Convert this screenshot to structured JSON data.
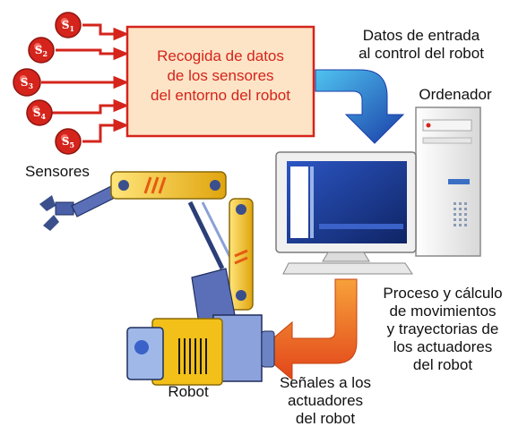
{
  "sensors": [
    "S1",
    "S2",
    "S3",
    "S4",
    "S5"
  ],
  "box_lines": [
    "Recogida de datos",
    "de los sensores",
    "del entorno del robot"
  ],
  "labels": {
    "datos_entrada": [
      "Datos de entrada",
      "al control del robot"
    ],
    "ordenador": "Ordenador",
    "sensores": "Sensores",
    "proceso": [
      "Proceso y cálculo",
      "de movimientos",
      "y trayectorias de",
      "los actuadores",
      "del robot"
    ],
    "robot": "Robot",
    "senales": [
      "Señales a los",
      "actuadores",
      "del robot"
    ]
  },
  "colors": {
    "sensor_red": "#d4241c",
    "box_fill": "#fde4c6",
    "arrow_blue": "#1d6fc4",
    "arrow_orange": "#ef6a1d",
    "robot_yellow": "#f2c018",
    "screen_blue": "#1a3a8c"
  },
  "icons": [
    "sensor-icon",
    "computer-icon",
    "robot-arm-icon",
    "down-arrow-icon"
  ]
}
